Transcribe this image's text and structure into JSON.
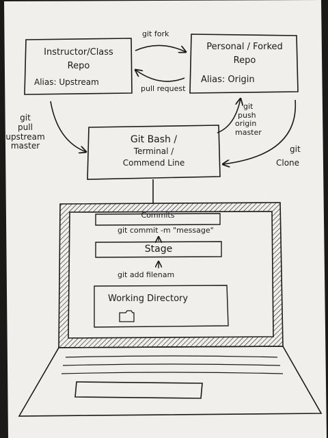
{
  "instructor_repo": {
    "title_line1": "Instructor/Class",
    "title_line2": "Repo",
    "alias": "Alias: Upstream"
  },
  "personal_repo": {
    "title_line1": "Personal / Forked",
    "title_line2": "Repo",
    "alias": "Alias: Origin"
  },
  "git_bash": {
    "line1": "Git Bash /",
    "line2": "Terminal /",
    "line3": "Commend Line"
  },
  "arrows": {
    "git_fork": "git fork",
    "pull_request": "pull request",
    "pull_upstream": [
      "git",
      "pull",
      "upstream",
      "master"
    ],
    "push_origin": [
      "git",
      "push",
      "origin",
      "master"
    ],
    "git_clone": [
      "git",
      "Clone"
    ]
  },
  "laptop": {
    "commits": "Commits",
    "commit_cmd": "git commit -m \"message\"",
    "stage": "Stage",
    "add_cmd": "git add filenam",
    "working_dir": "Working Directory"
  },
  "colors": {
    "ink": "#1a1a1a",
    "paper": "#f1efec",
    "background": "#1c1a19"
  }
}
